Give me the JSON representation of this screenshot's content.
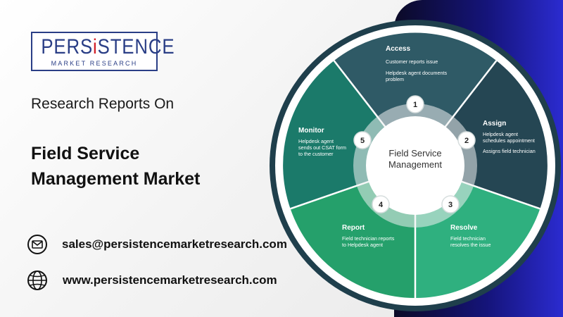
{
  "brand": {
    "logo_main_prefix": "PERS",
    "logo_main_i": "i",
    "logo_main_suffix": "STENCE",
    "logo_sub": "MARKET RESEARCH"
  },
  "intro": "Research Reports On",
  "title_line1": "Field Service",
  "title_line2": "Management Market",
  "contact": {
    "email": "sales@persistencemarketresearch.com",
    "website": "www.persistencemarketresearch.com"
  },
  "diagram": {
    "center_line1": "Field Service",
    "center_line2": "Management",
    "steps": [
      {
        "num": "1",
        "title": "Access",
        "lines": [
          "Customer reports issue",
          "",
          "Helpdesk agent documents",
          "problem"
        ]
      },
      {
        "num": "2",
        "title": "Assign",
        "lines": [
          "Helpdesk agent",
          "schedules appointment",
          "",
          "Assigns field technician"
        ]
      },
      {
        "num": "3",
        "title": "Resolve",
        "lines": [
          "Field technician",
          "resolves the issue"
        ]
      },
      {
        "num": "4",
        "title": "Report",
        "lines": [
          "Field technician reports",
          "to Helpdesk agent"
        ]
      },
      {
        "num": "5",
        "title": "Monitor",
        "lines": [
          "Helpdesk agent",
          "sends out CSAT form",
          "to the customer"
        ]
      }
    ]
  },
  "colors": {
    "access": "#2f5a66",
    "assign": "#254653",
    "resolve": "#2fb07f",
    "report": "#25a06b",
    "monitor": "#1b7a6a",
    "ring": "#1f3f4c",
    "accent_blue": "#2a3e86",
    "accent_red": "#d21f26"
  },
  "icons": [
    "mail-icon",
    "globe-icon"
  ]
}
